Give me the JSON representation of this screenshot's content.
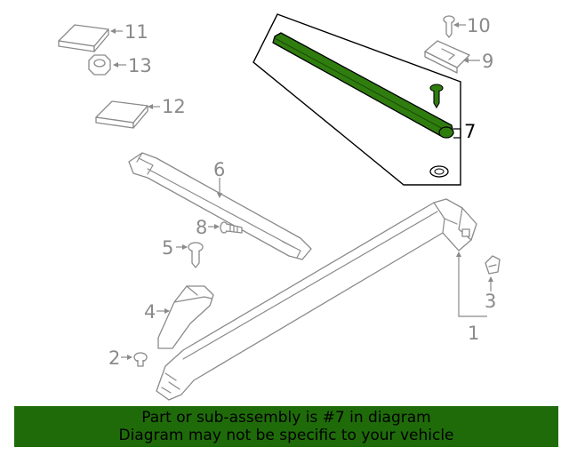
{
  "callouts": {
    "c1": "1",
    "c2": "2",
    "c3": "3",
    "c4": "4",
    "c5": "5",
    "c6": "6",
    "c7": "7",
    "c8": "8",
    "c9": "9",
    "c10": "10",
    "c11": "11",
    "c12": "12",
    "c13": "13"
  },
  "highlighted_part": "7",
  "colors": {
    "highlight": "#2f7d0f",
    "banner": "#1f6b0a",
    "line": "#8a8a8a"
  },
  "banner": {
    "line1": "Part or sub-assembly is #7 in diagram",
    "line2": "Diagram may not be specific to your vehicle"
  }
}
